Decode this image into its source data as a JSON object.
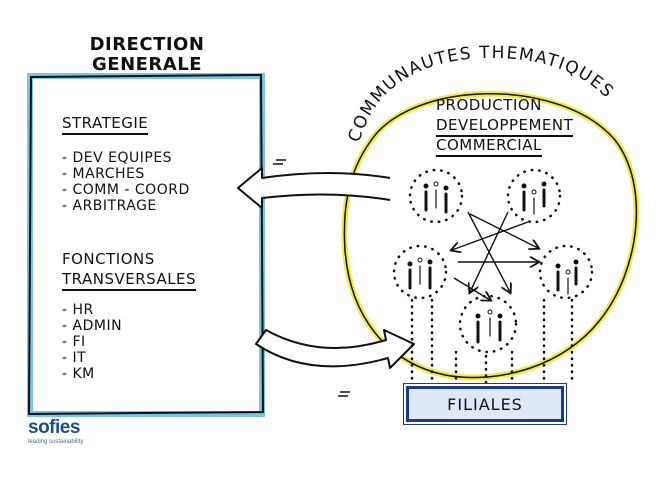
{
  "direction": {
    "title_line1": "DIRECTION",
    "title_line2": "GENERALE",
    "strategie": {
      "heading": "STRATEGIE",
      "items": [
        "- DEV EQUIPES",
        "- MARCHES",
        "- COMM - COORD",
        "- ARBITRAGE"
      ]
    },
    "fonctions": {
      "heading_line1": "FONCTIONS",
      "heading_line2": "TRANSVERSALES",
      "items": [
        "- HR",
        "- ADMIN",
        "- FI",
        "- IT",
        "- KM"
      ]
    }
  },
  "communautes": {
    "arc_title": "COMMUNAUTES THEMATIQUES",
    "activities": [
      "PRODUCTION",
      "DEVELOPPEMENT",
      "COMMERCIAL"
    ]
  },
  "filiales": {
    "label": "FILIALES"
  },
  "logo": {
    "name": "sofies",
    "tagline": "leading sustainability"
  },
  "colors": {
    "direction_box": "#7cc3e8",
    "communities_circle": "#f3e84a",
    "filiales_border": "#1a3c8a",
    "filiales_fill": "#dfe8f6",
    "logo": "#1f4d8c"
  }
}
